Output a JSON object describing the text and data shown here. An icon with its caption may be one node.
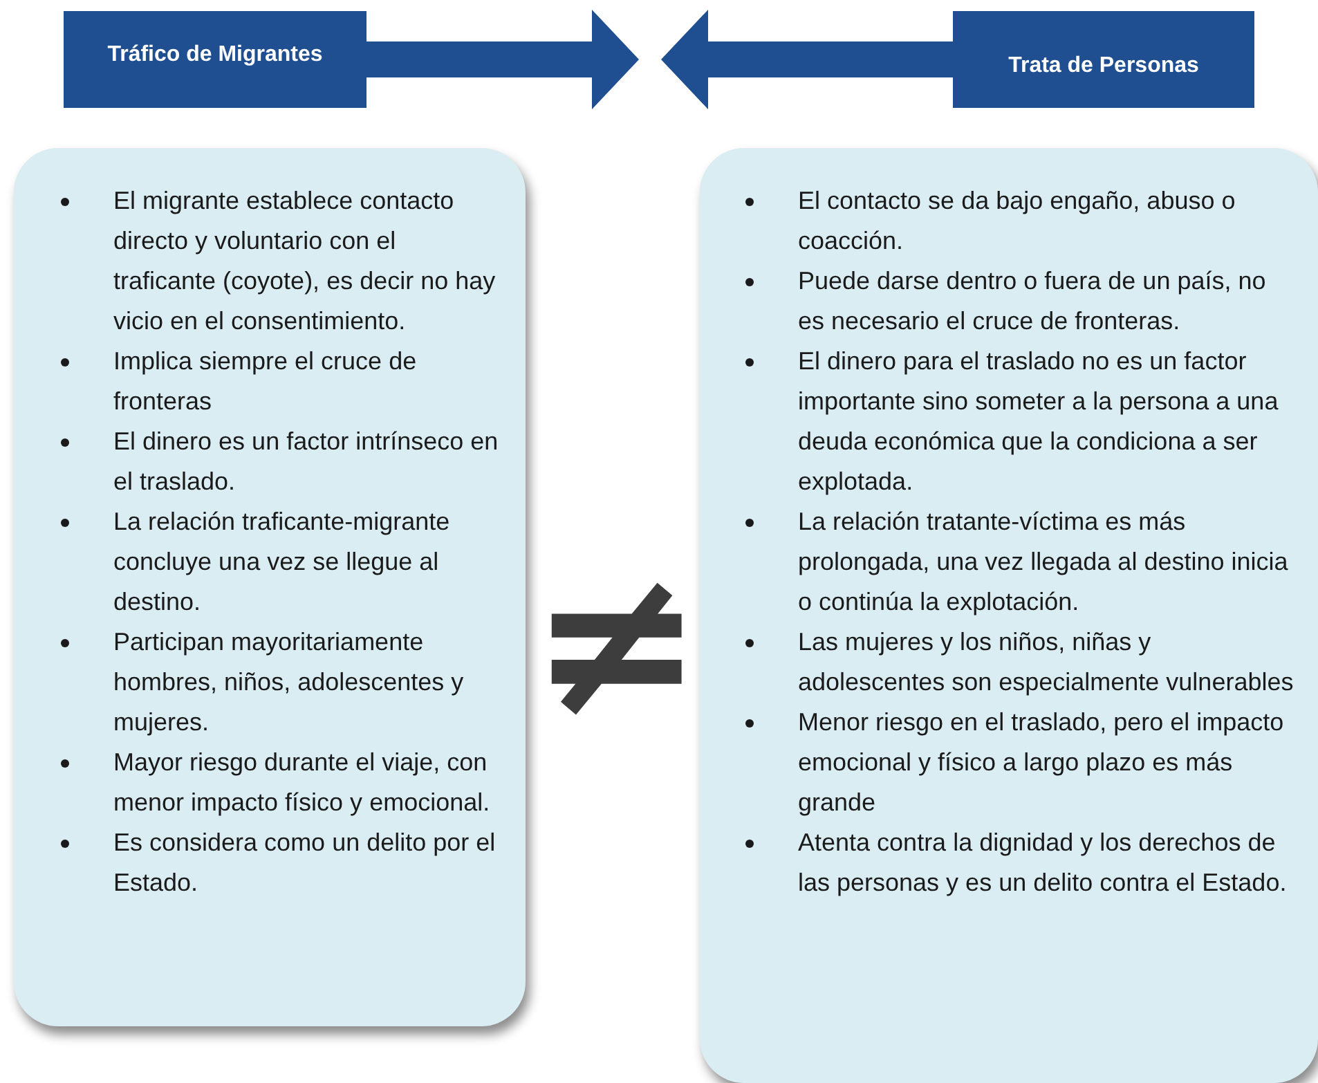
{
  "diagram": {
    "nodes": [
      {
        "text": [
          "Tráfico de Migrantes"
        ]
      },
      {
        "text": [
          "Trata de Personas"
        ]
      },
      {
        "text": [
          "El migrante establece contacto directo y voluntario con el traficante (coyote), es decir no hay vicio en el consentimiento.",
          "Implica siempre el cruce de fronteras",
          "El dinero es un factor intrínseco en el traslado.",
          "La relación traficante-migrante concluye una vez se llegue al destino.",
          "Participan mayoritariamente hombres, niños, adolescentes y mujeres.",
          "Mayor riesgo durante el viaje, con menor impacto físico y emocional.",
          "Es considera como un delito por el Estado."
        ]
      },
      {
        "text": [
          "El contacto se da bajo engaño, abuso o coacción.",
          "Puede darse dentro o fuera de un país, no es necesario el cruce de fronteras.",
          "El dinero para el traslado no es un factor importante sino someter a la persona a una deuda económica que la condiciona a ser explotada.",
          "La relación tratante-víctima es más prolongada, una vez llegada al destino inicia o continúa la explotación.",
          "Las mujeres y los niños, niñas y adolescentes son especialmente vulnerables",
          "Menor riesgo en el traslado, pero el impacto emocional y físico a largo plazo es más grande",
          "Atenta contra la dignidad y los derechos de las personas y es un delito contra el  Estado."
        ]
      }
    ],
    "labels": [
      "≠"
    ]
  }
}
